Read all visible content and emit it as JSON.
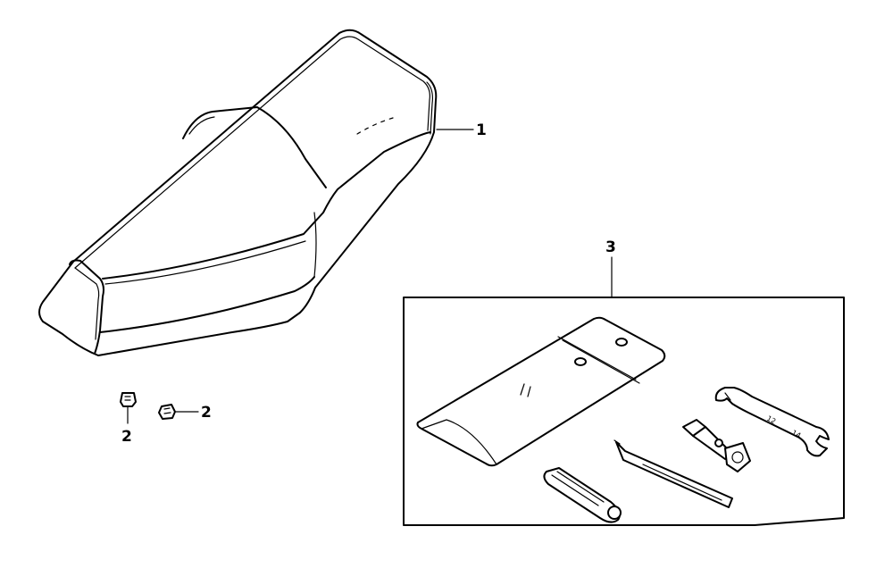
{
  "callouts": {
    "seat": "1",
    "nut_a": "2",
    "nut_b": "2",
    "tool_kit": "3"
  },
  "wrench_marks": {
    "left_size": "12",
    "right_size": "14"
  }
}
